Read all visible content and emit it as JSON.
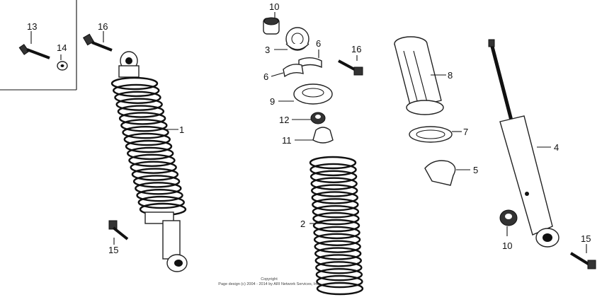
{
  "callouts": {
    "c1": "1",
    "c2": "2",
    "c3": "3",
    "c4": "4",
    "c5": "5",
    "c6a": "6",
    "c6b": "6",
    "c7": "7",
    "c8": "8",
    "c9": "9",
    "c10a": "10",
    "c10b": "10",
    "c11": "11",
    "c12": "12",
    "c13": "13",
    "c14": "14",
    "c15a": "15",
    "c15b": "15",
    "c16a": "16",
    "c16b": "16"
  },
  "copyright": {
    "line1": "Copyright",
    "line2": "Page design (c) 2004 - 2014 by ARI Network Services, Inc."
  }
}
